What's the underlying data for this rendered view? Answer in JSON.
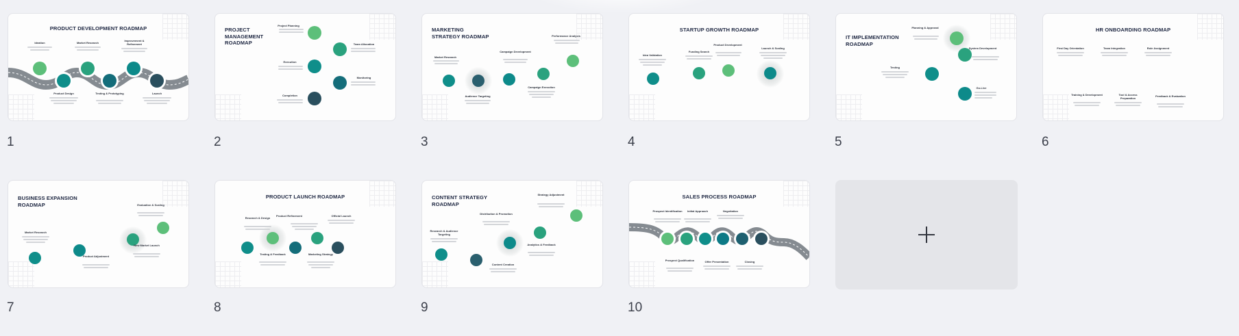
{
  "slides": [
    {
      "number": "1",
      "title": "PRODUCT DEVELOPMENT ROADMAP",
      "steps": [
        "Ideation",
        "Market Research",
        "Improvement & Refinement",
        "Product Design",
        "Testing & Prototyping",
        "Launch"
      ]
    },
    {
      "number": "2",
      "title": "PROJECT MANAGEMENT ROADMAP",
      "steps": [
        "Project Planning",
        "Team Allocation",
        "Execution",
        "Monitoring",
        "Completion"
      ]
    },
    {
      "number": "3",
      "title": "MARKETING STRATEGY ROADMAP",
      "steps": [
        "Performance Analysis",
        "Market Research",
        "Campaign Development",
        "Audience Targeting",
        "Campaign Execution"
      ]
    },
    {
      "number": "4",
      "title": "STARTUP GROWTH ROADMAP",
      "steps": [
        "Idea Validation",
        "Funding Search",
        "Product Development",
        "Launch & Scaling"
      ]
    },
    {
      "number": "5",
      "title": "IT IMPLEMENTATION ROADMAP",
      "steps": [
        "Planning & Approval",
        "System Development",
        "Testing",
        "Go-Live"
      ]
    },
    {
      "number": "6",
      "title": "HR ONBOARDING ROADMAP",
      "steps": [
        "First Day Orientation",
        "Team Integration",
        "Role Assignment",
        "Training & Development",
        "Tool & Access Preparation",
        "Feedback & Evaluation"
      ]
    },
    {
      "number": "7",
      "title": "BUSINESS EXPANSION ROADMAP",
      "steps": [
        "Evaluation & Scaling",
        "Market Research",
        "Product Adjustment",
        "New Market Launch"
      ]
    },
    {
      "number": "8",
      "title": "PRODUCT LAUNCH ROADMAP",
      "steps": [
        "Research & Design",
        "Product Refinement",
        "Official Launch",
        "Testing & Feedback",
        "Marketing Strategy"
      ]
    },
    {
      "number": "9",
      "title": "CONTENT STRATEGY ROADMAP",
      "steps": [
        "Strategy Adjustment",
        "Distribution & Promotion",
        "Research & Audience Targeting",
        "Analytics & Feedback",
        "Content Creation"
      ]
    },
    {
      "number": "10",
      "title": "SALES PROCESS ROADMAP",
      "steps": [
        "Prospect Identification",
        "Initial Approach",
        "Negotiation",
        "Prospect Qualification",
        "Offer Presentation",
        "Closing"
      ]
    }
  ],
  "add_slide": {
    "icon": "plus-icon"
  },
  "colors": {
    "light_green": "#5dbf7a",
    "green": "#2aa27e",
    "teal": "#0d8a8a",
    "dark_teal": "#146d7a",
    "navy": "#2a4f5e",
    "road": "#858b91"
  }
}
